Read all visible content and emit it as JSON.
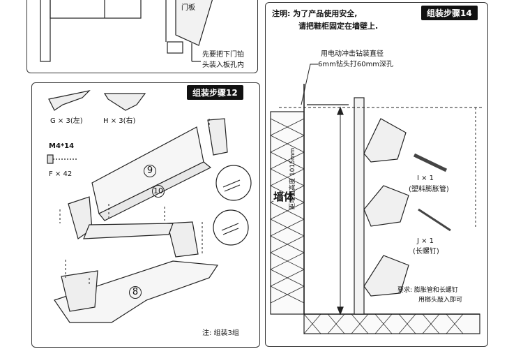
{
  "top_left": {
    "door_label": "门板",
    "note_line1": "先要把下门铂",
    "note_line2": "头装入板孔内"
  },
  "step12": {
    "tag": "组装步骤12",
    "part_g": "G × 3(左)",
    "part_h": "H × 3(右)",
    "screw_spec": "M4*14",
    "part_f": "F × 42",
    "num_9": "9",
    "num_10": "10",
    "num_8": "8",
    "footnote": "注: 组装3组"
  },
  "step14": {
    "tag": "组装步骤14",
    "note_line1": "注明: 为了产品使用安全,",
    "note_line2": "请把鞋柜固定在墙壁上.",
    "drill_line1": "用电动冲击钻装直径",
    "drill_line2": "6mm钻头打60mm深孔",
    "wall_label": "墙体",
    "height_label": "距地面高度 1015mm",
    "part_i": "I × 1",
    "part_i_name": "(塑料膨胀管)",
    "part_j": "J × 1",
    "part_j_name": "(长螺钉)",
    "req_line1": "要求: 膨胀管和长螺钉",
    "req_line2": "用榔头敲入即可"
  }
}
